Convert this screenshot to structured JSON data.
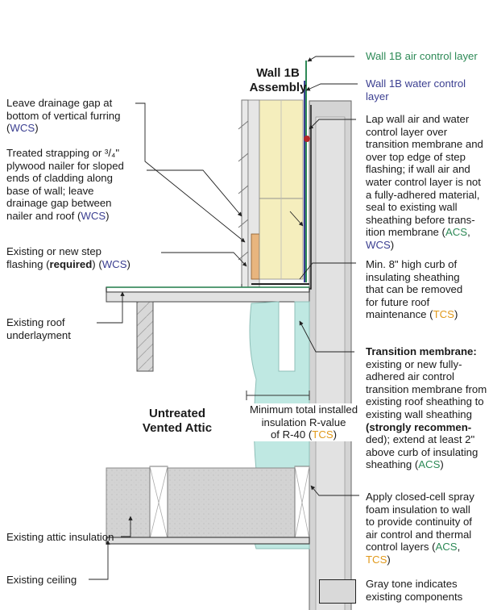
{
  "colors": {
    "wcs": "#3b3f91",
    "acs": "#2e8a57",
    "tcs": "#e19a1c",
    "air_layer": "#2e8a57",
    "water_layer": "#3b3f91",
    "existing_gray": "#d9d9d9",
    "insulation_yellow": "#f6eec0",
    "spray_foam": "#bfe8e2",
    "membrane_red": "#b3262a"
  },
  "titles": {
    "wall_1b": "Wall 1B",
    "assembly": "Assembly",
    "untreated": "Untreated",
    "vented_attic": "Vented Attic"
  },
  "labels": {
    "air_control": "Wall 1B air control layer",
    "water_control_1": "Wall 1B water control",
    "water_control_2": "layer",
    "lap_1": "Lap wall air and water",
    "lap_2": "control layer over",
    "lap_3": "transition membrane and",
    "lap_4": "over top edge of step",
    "lap_5": "flashing; if wall air and",
    "lap_6": "water control layer is not",
    "lap_7": "a fully-adhered material,",
    "lap_8": "seal to existing wall",
    "lap_9": "sheathing before trans-",
    "lap_10": "ition membrane (",
    "lap_10_tag": "ACS",
    "lap_10_end": ",",
    "lap_11_tag": "WCS",
    "lap_11_end": ")",
    "curb_1": "Min. 8\" high curb of",
    "curb_2": "insulating sheathing",
    "curb_3": "that can be removed",
    "curb_4": "for future roof",
    "curb_5": "maintenance (",
    "curb_5_tag": "TCS",
    "curb_5_end": ")",
    "trans_1": "Transition membrane:",
    "trans_2": "existing or new fully-",
    "trans_3": "adhered air control",
    "trans_4": "transition membrane from",
    "trans_5": "existing roof sheathing to",
    "trans_6": "existing wall sheathing",
    "trans_7": "(strongly recommen-",
    "trans_8": "ded); extend at least 2\"",
    "trans_9": "above curb of insulating",
    "trans_10": "sheathing (",
    "trans_10_tag": "ACS",
    "trans_10_end": ")",
    "spray_1": "Apply closed-cell spray",
    "spray_2": "foam insulation to wall",
    "spray_3": "to provide continuity of",
    "spray_4": "air control and thermal",
    "spray_5": "control layers (",
    "spray_5_tag": "ACS",
    "spray_5_end": ",",
    "spray_6_tag": "TCS",
    "spray_6_end": ")",
    "legend_1": "Gray tone indicates",
    "legend_2": "existing components",
    "gap_1": "Leave drainage gap at",
    "gap_2": "bottom of vertical furring",
    "gap_3": "(",
    "gap_3_tag": "WCS",
    "gap_3_end": ")",
    "strap_1": "Treated strapping or ³/₄\"",
    "strap_2": "plywood nailer for sloped",
    "strap_3": "ends of cladding along",
    "strap_4": "base of wall; leave",
    "strap_5": "drainage gap between",
    "strap_6": "nailer and roof (",
    "strap_6_tag": "WCS",
    "strap_6_end": ")",
    "step_1": "Existing or new step",
    "step_2": "flashing (",
    "step_2_bold": "required",
    "step_2_mid": ") (",
    "step_2_tag": "WCS",
    "step_2_end": ")",
    "roof_1": "Existing roof",
    "roof_2": "underlayment",
    "min_1": "Minimum total installed",
    "min_2": "insulation R-value",
    "min_3": "of R-40 (",
    "min_3_tag": "TCS",
    "min_3_end": ")",
    "attic_ins": "Existing attic insulation",
    "ceiling": "Existing ceiling"
  }
}
